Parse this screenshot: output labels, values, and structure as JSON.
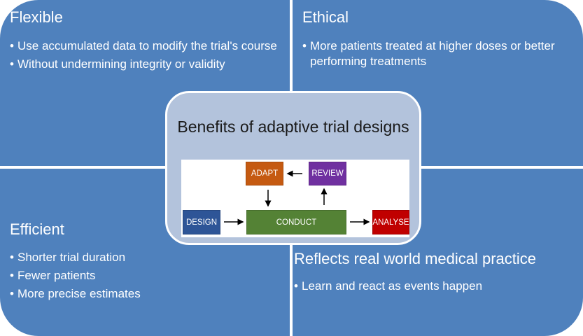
{
  "quadrants": {
    "flexible": {
      "title": "Flexible",
      "bullets": [
        "Use accumulated data to modify the trial's course",
        "Without undermining integrity or validity"
      ]
    },
    "ethical": {
      "title": "Ethical",
      "bullets": [
        "More patients treated at higher doses or better performing treatments"
      ]
    },
    "efficient": {
      "title": "Efficient",
      "bullets": [
        "Shorter trial duration",
        "Fewer patients",
        "More precise estimates"
      ]
    },
    "reflects": {
      "title": "Reflects real world medical practice",
      "bullets": [
        "Learn and react as events happen"
      ]
    }
  },
  "bullet_char": "•",
  "center": {
    "title": "Benefits of adaptive trial designs",
    "diagram": {
      "nodes": {
        "design": {
          "label": "DESIGN",
          "color": "#2e5597"
        },
        "conduct": {
          "label": "CONDUCT",
          "color": "#548235"
        },
        "analyse": {
          "label": "ANALYSE",
          "color": "#c00000"
        },
        "adapt": {
          "label": "ADAPT",
          "color": "#c55a11"
        },
        "review": {
          "label": "REVIEW",
          "color": "#7030a0"
        }
      },
      "edges": [
        {
          "from": "DESIGN",
          "to": "CONDUCT"
        },
        {
          "from": "CONDUCT",
          "to": "ANALYSE"
        },
        {
          "from": "CONDUCT",
          "to": "REVIEW"
        },
        {
          "from": "REVIEW",
          "to": "ADAPT"
        },
        {
          "from": "ADAPT",
          "to": "CONDUCT"
        }
      ]
    }
  },
  "colors": {
    "quadrant_fill": "#4f81bd",
    "center_fill": "#b3c3dc",
    "text_light": "#ffffff",
    "text_dark": "#1a1a1a"
  }
}
